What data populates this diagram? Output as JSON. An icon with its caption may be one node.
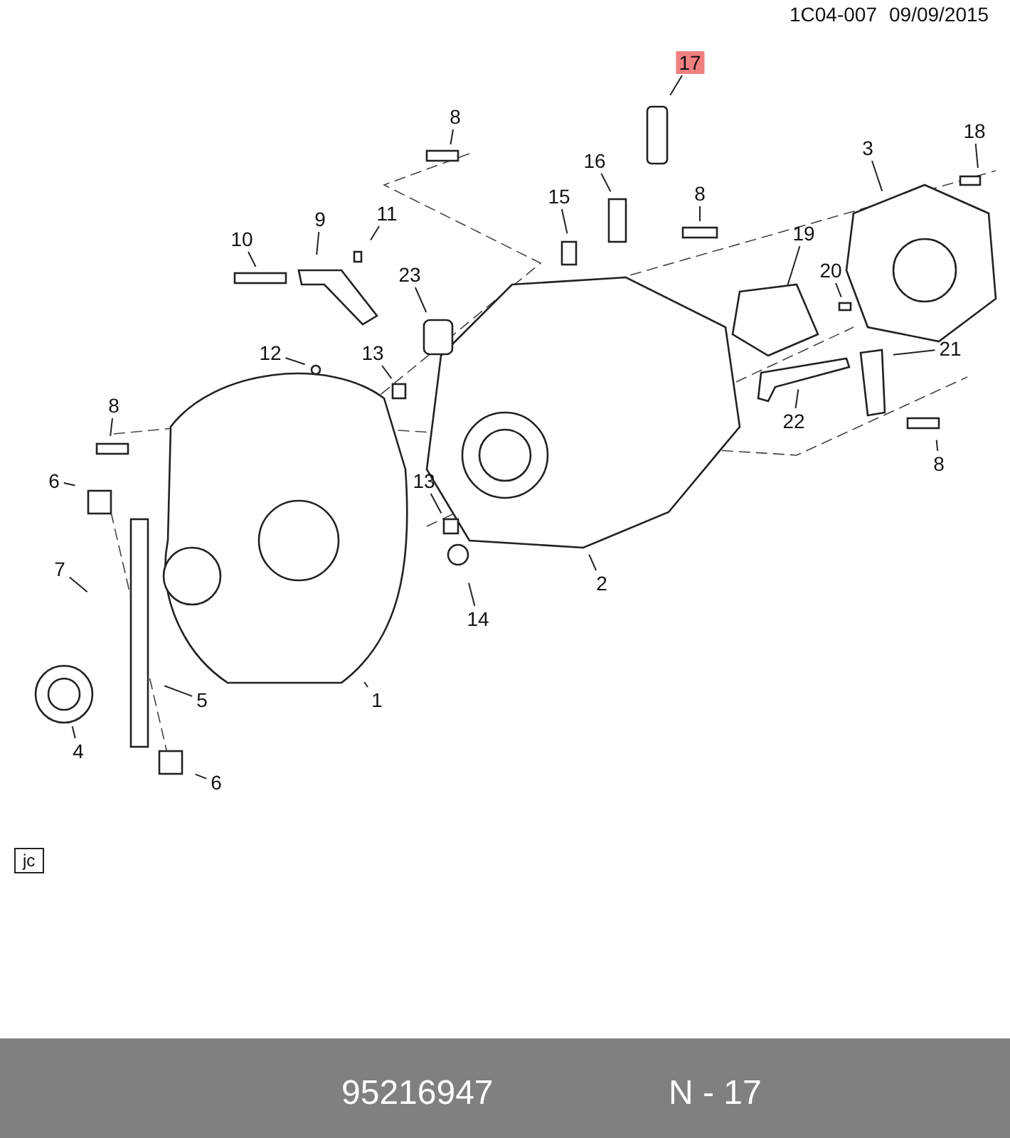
{
  "diagram": {
    "nodes": [
      {
        "text": [
          "17"
        ]
      },
      {
        "text": [
          "8"
        ]
      },
      {
        "text": [
          "18"
        ]
      },
      {
        "text": [
          "3"
        ]
      },
      {
        "text": [
          "16"
        ]
      },
      {
        "text": [
          "8"
        ]
      },
      {
        "text": [
          "15"
        ]
      },
      {
        "text": [
          "9"
        ]
      },
      {
        "text": [
          "11"
        ]
      },
      {
        "text": [
          "10"
        ]
      },
      {
        "text": [
          "19"
        ]
      },
      {
        "text": [
          "20"
        ]
      },
      {
        "text": [
          "23"
        ]
      },
      {
        "text": [
          "21"
        ]
      },
      {
        "text": [
          "12"
        ]
      },
      {
        "text": [
          "13"
        ]
      },
      {
        "text": [
          "8"
        ]
      },
      {
        "text": [
          "22"
        ]
      },
      {
        "text": [
          "8"
        ]
      },
      {
        "text": [
          "6"
        ]
      },
      {
        "text": [
          "13"
        ]
      },
      {
        "text": [
          "2"
        ]
      },
      {
        "text": [
          "7"
        ]
      },
      {
        "text": [
          "14"
        ]
      },
      {
        "text": [
          "1"
        ]
      },
      {
        "text": [
          "5"
        ]
      },
      {
        "text": [
          "4"
        ]
      },
      {
        "text": [
          "6"
        ]
      }
    ],
    "edges": [
      {
        "from": 0,
        "to": null,
        "arrow": "none"
      },
      {
        "from": 1,
        "to": null,
        "arrow": "none"
      },
      {
        "from": 2,
        "to": null,
        "arrow": "none"
      },
      {
        "from": 3,
        "to": null,
        "arrow": "none"
      },
      {
        "from": 4,
        "to": null,
        "arrow": "none"
      },
      {
        "from": 5,
        "to": null,
        "arrow": "none"
      },
      {
        "from": 6,
        "to": null,
        "arrow": "none"
      },
      {
        "from": 7,
        "to": null,
        "arrow": "none"
      },
      {
        "from": 8,
        "to": null,
        "arrow": "none"
      },
      {
        "from": 9,
        "to": null,
        "arrow": "none"
      },
      {
        "from": 10,
        "to": null,
        "arrow": "none"
      },
      {
        "from": 11,
        "to": null,
        "arrow": "none"
      },
      {
        "from": 12,
        "to": null,
        "arrow": "none"
      },
      {
        "from": 13,
        "to": null,
        "arrow": "none"
      },
      {
        "from": 14,
        "to": null,
        "arrow": "none"
      },
      {
        "from": 15,
        "to": null,
        "arrow": "none"
      },
      {
        "from": 16,
        "to": null,
        "arrow": "none"
      },
      {
        "from": 17,
        "to": null,
        "arrow": "none"
      },
      {
        "from": 18,
        "to": null,
        "arrow": "none"
      },
      {
        "from": 19,
        "to": null,
        "arrow": "none"
      },
      {
        "from": 20,
        "to": null,
        "arrow": "none"
      },
      {
        "from": 21,
        "to": null,
        "arrow": "none"
      },
      {
        "from": 22,
        "to": null,
        "arrow": "none"
      },
      {
        "from": 23,
        "to": null,
        "arrow": "none"
      },
      {
        "from": 24,
        "to": null,
        "arrow": "none"
      },
      {
        "from": 25,
        "to": null,
        "arrow": "none"
      },
      {
        "from": 26,
        "to": null,
        "arrow": "none"
      },
      {
        "from": 27,
        "to": null,
        "arrow": "none"
      }
    ],
    "labels": [
      "1C04-007",
      "09/09/2015",
      "jc",
      "95216947",
      "N - 17"
    ]
  }
}
